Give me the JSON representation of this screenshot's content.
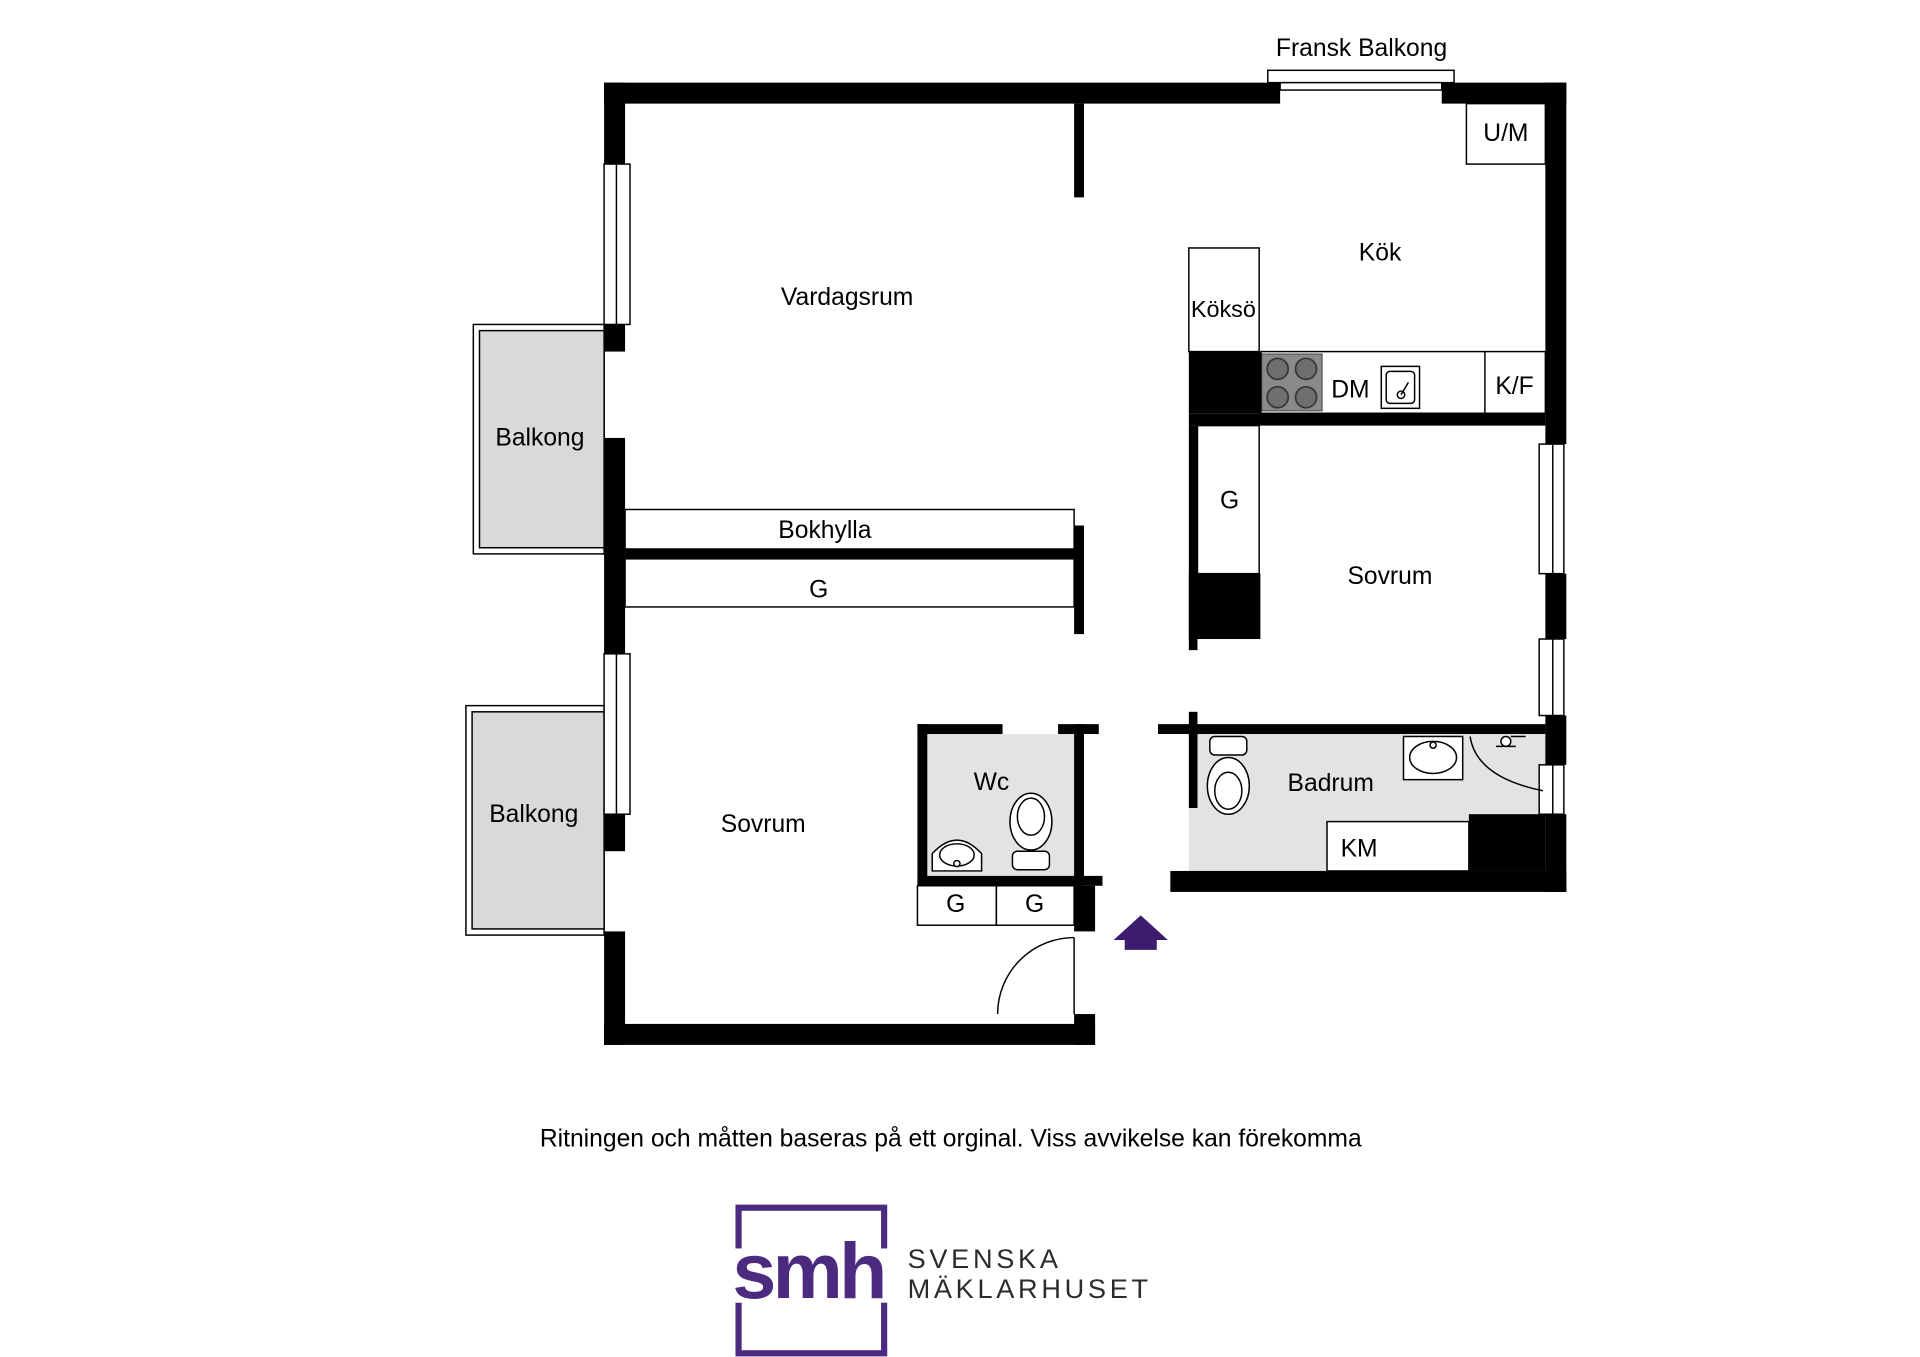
{
  "floorplan": {
    "rooms": {
      "vardagsrum": "Vardagsrum",
      "kok": "Kök",
      "sovrum_right": "Sovrum",
      "sovrum_left": "Sovrum",
      "wc": "Wc",
      "badrum": "Badrum",
      "balkong_upper": "Balkong",
      "balkong_lower": "Balkong",
      "fransk_balkong": "Fransk Balkong"
    },
    "fixtures": {
      "um": "U/M",
      "kokso": "Köksö",
      "dm": "DM",
      "kf": "K/F",
      "bokhylla": "Bokhylla",
      "g_vardagsrum": "G",
      "g_sovrum_right": "G",
      "g_hall_1": "G",
      "g_hall_2": "G",
      "km": "KM"
    },
    "icons": [
      "entry-arrow-icon",
      "stove-icon",
      "sink-icon",
      "toilet-icon",
      "washbasin-icon",
      "shower-icon"
    ]
  },
  "disclaimer": "Ritningen och måtten baseras på ett orginal. Viss avvikelse kan förekomma",
  "brand": {
    "monogram": "smh",
    "name_line_1": "SVENSKA",
    "name_line_2": "MÄKLARHUSET"
  },
  "colors": {
    "wall": "#000000",
    "balcony": "#d9d9d9",
    "wet": "#e3e3e3",
    "appliance": "#8a8a8a",
    "brand": "#4b2a80",
    "arrow": "#3d1b6e"
  }
}
